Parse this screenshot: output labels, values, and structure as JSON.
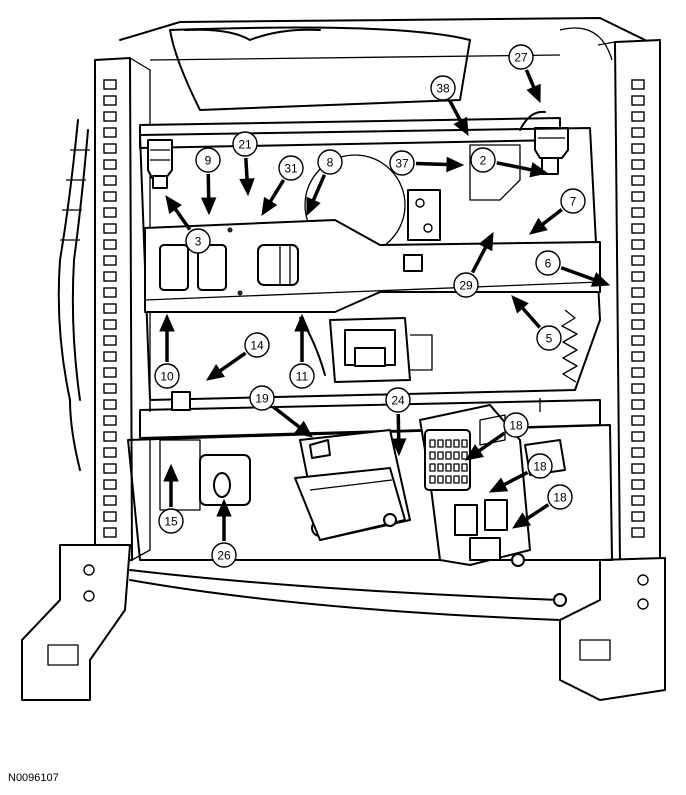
{
  "figure": {
    "id_label": "N0096107",
    "colors": {
      "stroke": "#000000",
      "background": "#ffffff",
      "callout_fill": "#ffffff"
    }
  },
  "callouts": [
    {
      "key": "c27",
      "label": "27"
    },
    {
      "key": "c38",
      "label": "38"
    },
    {
      "key": "c21",
      "label": "21"
    },
    {
      "key": "c9",
      "label": "9"
    },
    {
      "key": "c31",
      "label": "31"
    },
    {
      "key": "c8",
      "label": "8"
    },
    {
      "key": "c37",
      "label": "37"
    },
    {
      "key": "c2",
      "label": "2"
    },
    {
      "key": "c7",
      "label": "7"
    },
    {
      "key": "c3",
      "label": "3"
    },
    {
      "key": "c6",
      "label": "6"
    },
    {
      "key": "c29",
      "label": "29"
    },
    {
      "key": "c5",
      "label": "5"
    },
    {
      "key": "c14",
      "label": "14"
    },
    {
      "key": "c10",
      "label": "10"
    },
    {
      "key": "c11",
      "label": "11"
    },
    {
      "key": "c19",
      "label": "19"
    },
    {
      "key": "c24",
      "label": "24"
    },
    {
      "key": "c18a",
      "label": "18"
    },
    {
      "key": "c18b",
      "label": "18"
    },
    {
      "key": "c18c",
      "label": "18"
    },
    {
      "key": "c15",
      "label": "15"
    },
    {
      "key": "c26",
      "label": "26"
    }
  ]
}
